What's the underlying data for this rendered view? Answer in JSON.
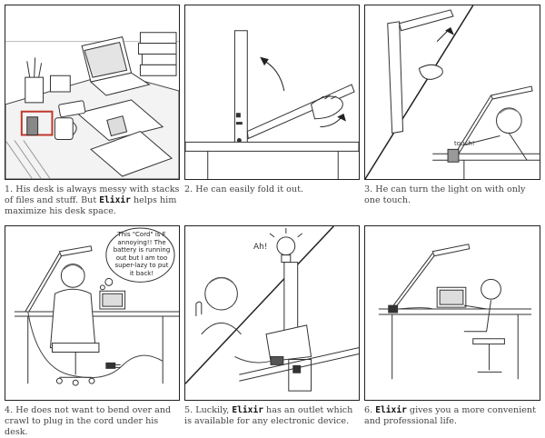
{
  "product": "Elixir",
  "panels": [
    {
      "num": "1.",
      "pre": "His desk is always messy with stacks of files and stuff. But ",
      "post": " helps him maximize his desk space."
    },
    {
      "num": "2.",
      "pre": "He can easily fold it out.",
      "post": ""
    },
    {
      "num": "3.",
      "pre": "He can turn the light on with only one touch.",
      "post": "",
      "touch_note": "touch!"
    },
    {
      "num": "4.",
      "pre": "He does not want to bend over and crawl to plug in the cord under his desk.",
      "post": "",
      "bubble": "This \"Cord\" is F annoying!! The battery is running out but I am too super-lazy to put it back!"
    },
    {
      "num": "5.",
      "pre": "Luckily, ",
      "post": " has an outlet which is available for any electronic device.",
      "ah": "Ah!"
    },
    {
      "num": "6.",
      "pre": "",
      "post": " gives you a more convenient and professional life."
    }
  ]
}
